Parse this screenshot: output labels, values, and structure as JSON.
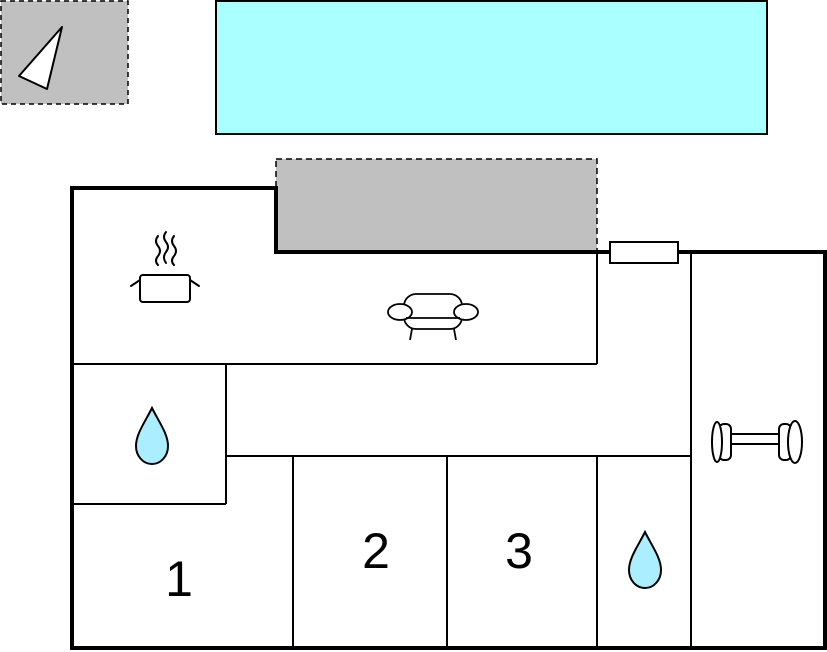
{
  "floorplan": {
    "rooms": [
      {
        "label": "1"
      },
      {
        "label": "2"
      },
      {
        "label": "3"
      }
    ],
    "icons": [
      "compass-icon",
      "pool",
      "terrace",
      "kitchen-pot-icon",
      "sofa-icon",
      "water-drop-icon",
      "water-drop-icon",
      "dumbbell-icon",
      "window-icon"
    ],
    "colors": {
      "pool": "#aaffff",
      "terrace": "#c0c0c0",
      "water": "#aaeeff",
      "walls": "#000000",
      "background": "#ffffff"
    }
  }
}
